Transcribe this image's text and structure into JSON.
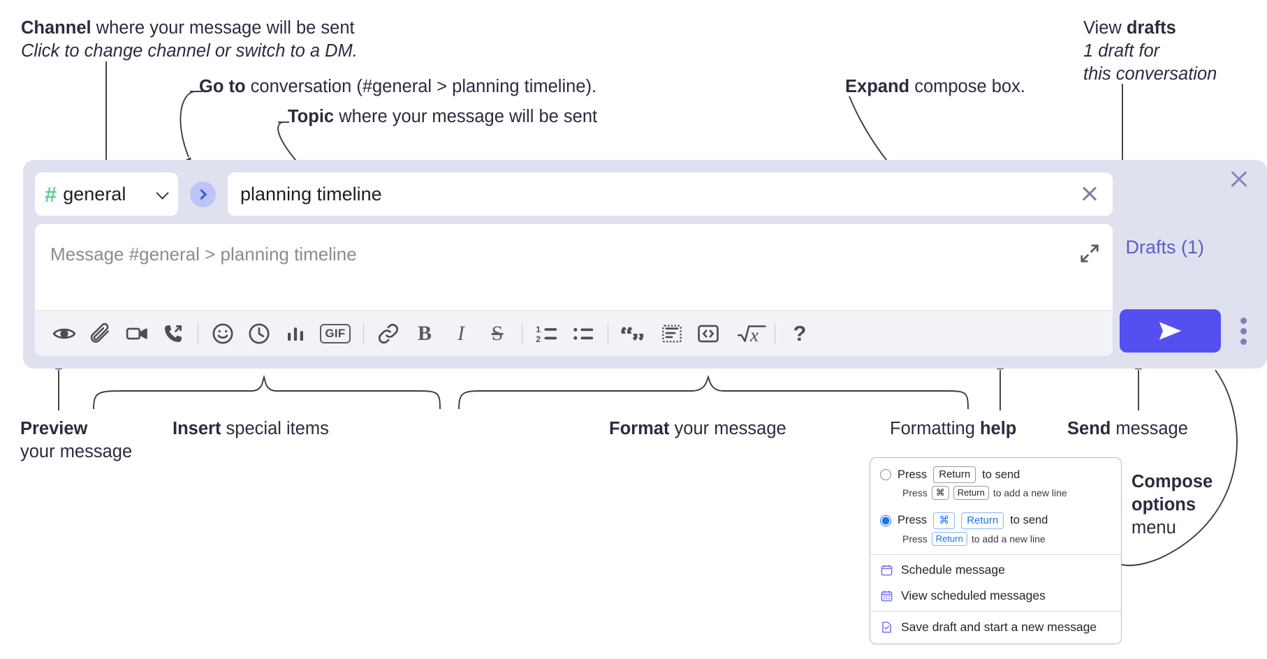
{
  "annotations": {
    "channel": {
      "bold": "Channel",
      "rest": " where your message will be sent",
      "italic": "Click to change channel or switch to a DM."
    },
    "goto": {
      "bold": "Go to",
      "rest": " conversation (#general > planning timeline)."
    },
    "topic": {
      "bold": "Topic",
      "rest": " where your message will be sent"
    },
    "expand": {
      "bold": "Expand",
      "rest": " compose box."
    },
    "drafts": {
      "plain": "View ",
      "bold": "drafts",
      "italic1": "1 draft for",
      "italic2": "this conversation"
    },
    "preview": {
      "bold": "Preview",
      "rest": "your message"
    },
    "insert": {
      "bold": "Insert",
      "rest": " special items"
    },
    "format": {
      "bold": "Format",
      "rest": " your message"
    },
    "help": {
      "plain": "Formatting ",
      "bold": "help"
    },
    "send": {
      "bold": "Send",
      "rest": " message"
    },
    "compose_options": {
      "bold1": "Compose",
      "bold2": "options",
      "rest": "menu"
    }
  },
  "compose": {
    "channel_name": "general",
    "hash_symbol": "#",
    "topic_value": "planning timeline",
    "message_placeholder": "Message #general > planning timeline",
    "drafts_label": "Drafts (1)",
    "toolbar": [
      {
        "name": "preview-icon",
        "label": "Preview"
      },
      {
        "name": "attachment-icon",
        "label": "Attach file"
      },
      {
        "name": "video-icon",
        "label": "Record video clip"
      },
      {
        "name": "call-icon",
        "label": "Start call"
      },
      {
        "name": "divider",
        "label": ""
      },
      {
        "name": "emoji-icon",
        "label": "Emoji"
      },
      {
        "name": "clock-icon",
        "label": "Reminder"
      },
      {
        "name": "poll-icon",
        "label": "Poll"
      },
      {
        "name": "gif-icon",
        "label": "GIF"
      },
      {
        "name": "divider",
        "label": ""
      },
      {
        "name": "link-icon",
        "label": "Link"
      },
      {
        "name": "bold-icon",
        "label": "B"
      },
      {
        "name": "italic-icon",
        "label": "I"
      },
      {
        "name": "strikethrough-icon",
        "label": "S"
      },
      {
        "name": "divider",
        "label": ""
      },
      {
        "name": "ordered-list-icon",
        "label": "Ordered list"
      },
      {
        "name": "bulleted-list-icon",
        "label": "Bulleted list"
      },
      {
        "name": "divider",
        "label": ""
      },
      {
        "name": "blockquote-icon",
        "label": "Blockquote"
      },
      {
        "name": "code-block-icon",
        "label": "Code block"
      },
      {
        "name": "code-icon",
        "label": "Code"
      },
      {
        "name": "math-icon",
        "label": "Math"
      },
      {
        "name": "divider",
        "label": ""
      },
      {
        "name": "help-icon",
        "label": "?"
      }
    ]
  },
  "compose_options_menu": {
    "options": [
      {
        "selected": false,
        "prefix": "Press",
        "keys": [
          "Return"
        ],
        "suffix": "to send",
        "sub_prefix": "Press",
        "sub_keys": [
          "⌘",
          "Return"
        ],
        "sub_suffix": "to add a new line"
      },
      {
        "selected": true,
        "prefix": "Press",
        "keys": [
          "⌘",
          "Return"
        ],
        "suffix": "to send",
        "sub_prefix": "Press",
        "sub_keys": [
          "Return"
        ],
        "sub_suffix": "to add a new line"
      }
    ],
    "items": [
      {
        "icon": "calendar-icon",
        "label": "Schedule message"
      },
      {
        "icon": "calendar-grid-icon",
        "label": "View scheduled messages"
      },
      {
        "icon": "document-check-icon",
        "label": "Save draft and start a new message"
      }
    ]
  },
  "colors": {
    "panel_bg": "#dfe1ef",
    "accent_purple": "#5450f0",
    "drafts_purple": "#5b5fc7",
    "hash_green": "#5ece90",
    "radio_blue": "#1a73e8",
    "menu_icon_purple": "#7b74e8",
    "text_dark": "#2b2b40"
  }
}
